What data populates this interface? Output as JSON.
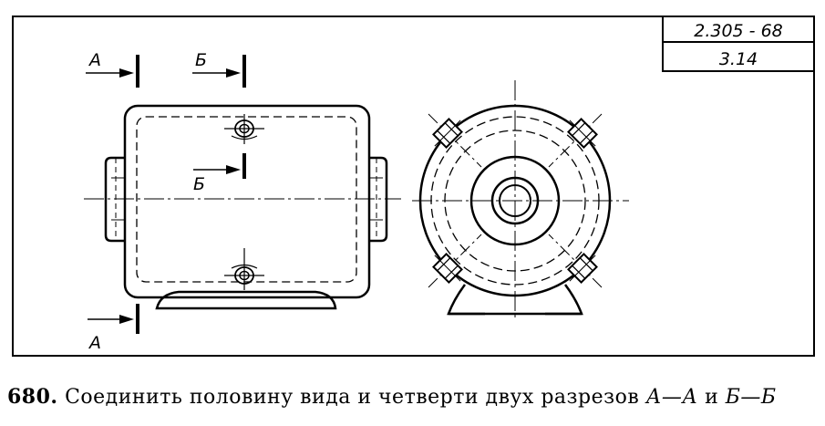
{
  "title_block": {
    "standard": "2.305 - 68",
    "clause": "3.14"
  },
  "section_labels": {
    "a_top": "А",
    "a_bottom": "А",
    "b_top": "Б",
    "b_middle": "Б"
  },
  "caption": {
    "number": "680.",
    "text": " Соединить половину вида и четверти двух разрезов ",
    "sec_a": "А—А",
    "conj": " и ",
    "sec_b": "Б—Б"
  }
}
